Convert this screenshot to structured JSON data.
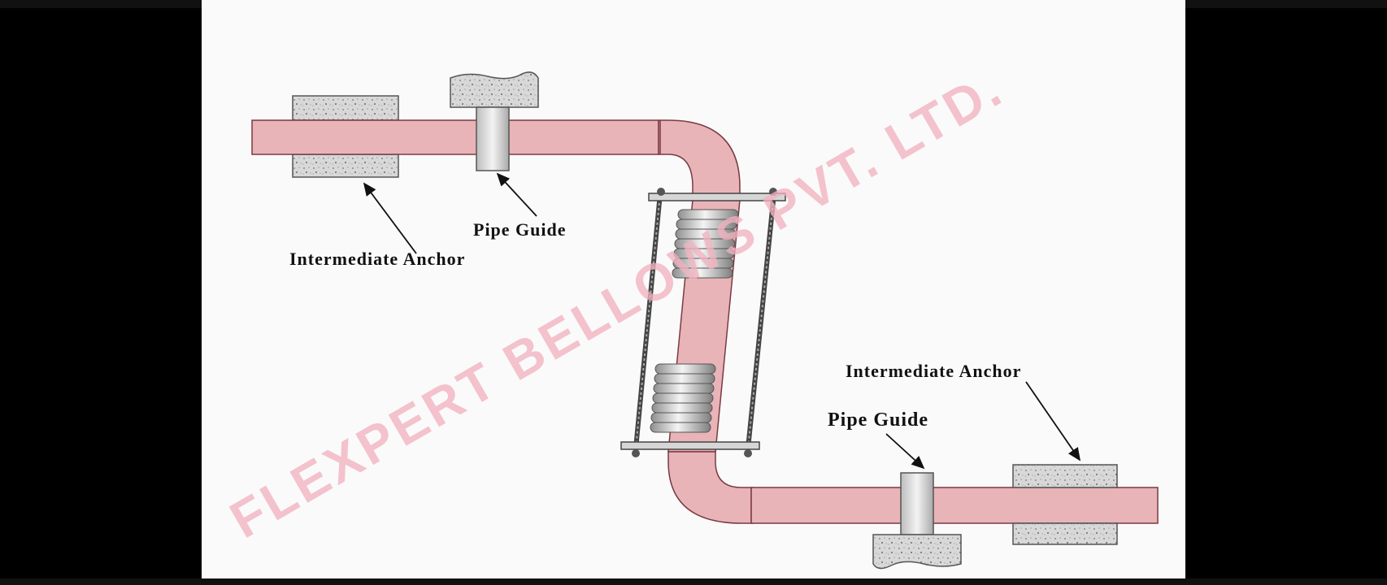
{
  "diagram": {
    "labels": {
      "top_anchor": "Intermediate Anchor",
      "top_guide": "Pipe Guide",
      "bottom_anchor": "Intermediate Anchor",
      "bottom_guide": "Pipe Guide"
    },
    "watermark": "FLEXPERT BELLOWS PVT. LTD."
  },
  "colors": {
    "pipe_fill": "#e8b4b8",
    "pipe_stroke": "#7a3a42",
    "concrete": "#cfcfcf",
    "guide": "#e3e3e3",
    "bellows": "#cfcfcf",
    "watermark": "#f2b3c0",
    "background": "#fafafa",
    "frame": "#000000"
  }
}
